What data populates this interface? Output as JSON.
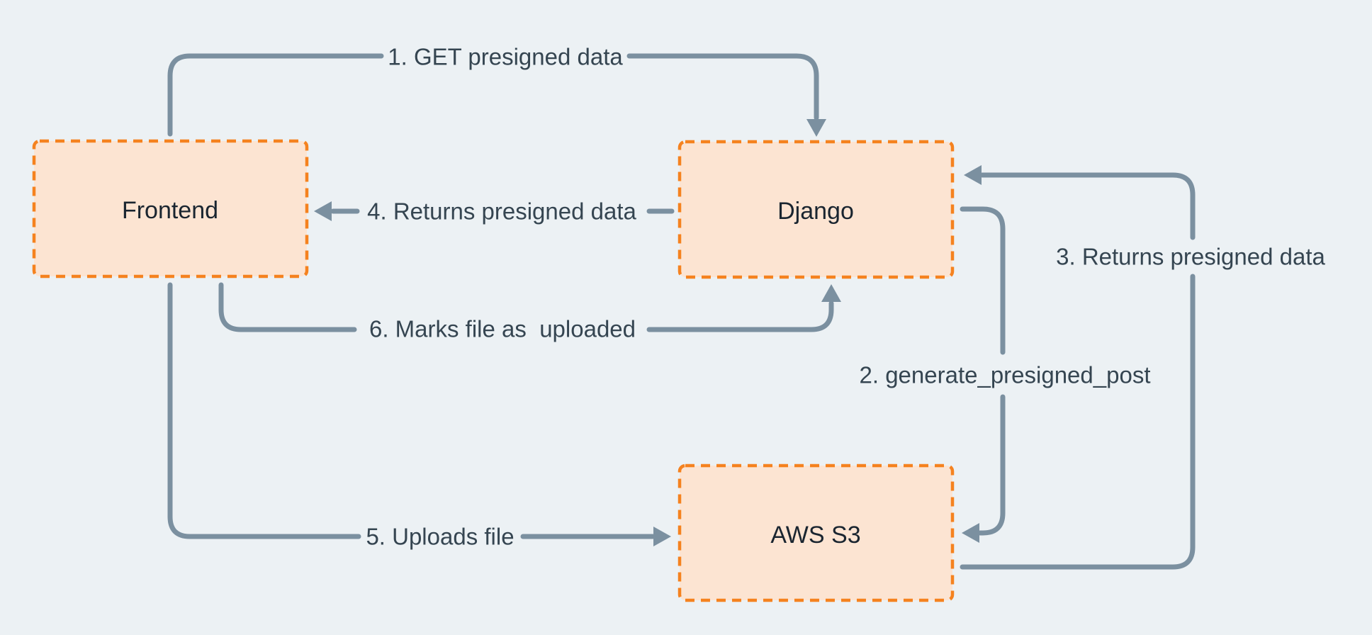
{
  "diagram": {
    "description": "Presigned upload flow between Frontend, Django and AWS S3",
    "nodes": [
      {
        "id": "frontend",
        "label": "Frontend"
      },
      {
        "id": "django",
        "label": "Django"
      },
      {
        "id": "aws-s3",
        "label": "AWS S3"
      }
    ],
    "edges": [
      {
        "step": 1,
        "label": "1. GET presigned data",
        "from": "Frontend",
        "to": "Django"
      },
      {
        "step": 2,
        "label": "2. generate_presigned_post",
        "from": "Django",
        "to": "AWS S3"
      },
      {
        "step": 3,
        "label": "3. Returns presigned data",
        "from": "AWS S3",
        "to": "Django"
      },
      {
        "step": 4,
        "label": "4. Returns presigned data",
        "from": "Django",
        "to": "Frontend"
      },
      {
        "step": 5,
        "label": "5. Uploads file",
        "from": "Frontend",
        "to": "AWS S3"
      },
      {
        "step": 6,
        "label": "6. Marks file as  uploaded",
        "from": "Frontend",
        "to": "Django"
      }
    ],
    "colors": {
      "background": "#ecf1f4",
      "node_fill": "#fce4d2",
      "node_border": "#f5821f",
      "arrow": "#7b90a0",
      "edge_label_text": "#354551",
      "node_label_text": "#1a2530"
    }
  }
}
